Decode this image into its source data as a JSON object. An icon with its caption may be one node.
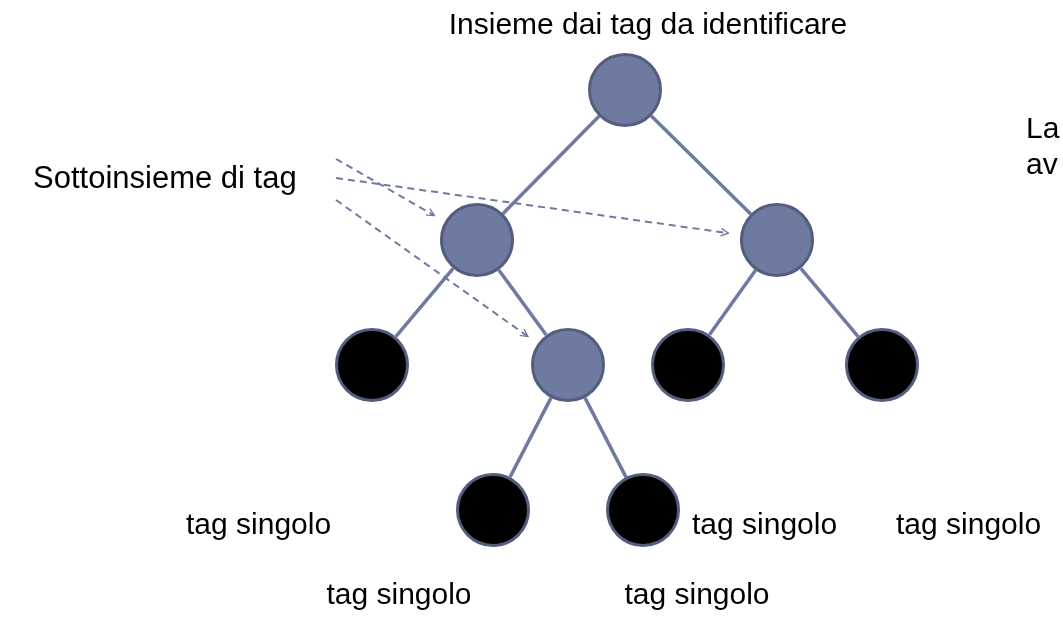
{
  "diagram": {
    "nodes": [
      {
        "text": [],
        "shape": "circle",
        "beside": [
          "Insieme dai tag da identificare"
        ]
      },
      {
        "text": [
          "Sottoinsieme di tag"
        ]
      },
      {
        "text": [],
        "shape": "circle"
      },
      {
        "text": [],
        "shape": "circle"
      },
      {
        "text": [],
        "shape": "circle"
      },
      {
        "text": [],
        "shape": "circle"
      },
      {
        "text": [],
        "shape": "circle"
      },
      {
        "text": [],
        "shape": "circle"
      },
      {
        "text": [],
        "shape": "circle",
        "beside": [
          "tag singolo"
        ]
      },
      {
        "text": [],
        "shape": "circle",
        "beside": [
          "tag singolo"
        ]
      }
    ],
    "edges": [
      {
        "from": 0,
        "to": 2,
        "arrow": "none"
      },
      {
        "from": 0,
        "to": 3,
        "arrow": "none"
      },
      {
        "from": 2,
        "to": 4,
        "arrow": "none"
      },
      {
        "from": 2,
        "to": 5,
        "arrow": "none"
      },
      {
        "from": 3,
        "to": 6,
        "arrow": "none"
      },
      {
        "from": 3,
        "to": 7,
        "arrow": "none"
      },
      {
        "from": 5,
        "to": 8,
        "arrow": "none"
      },
      {
        "from": 5,
        "to": 9,
        "arrow": "none"
      },
      {
        "from": 1,
        "to": 2,
        "arrow": "to",
        "style": "dashed"
      },
      {
        "from": 1,
        "to": 3,
        "arrow": "to",
        "style": "dashed"
      },
      {
        "from": 1,
        "to": 5,
        "arrow": "to",
        "style": "dashed"
      }
    ],
    "labels": [
      "La",
      "av",
      "tag singolo",
      "tag singolo",
      "tag singolo"
    ]
  }
}
